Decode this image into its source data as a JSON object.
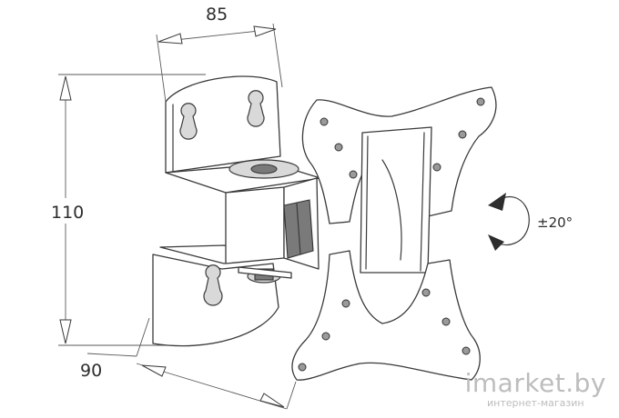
{
  "dimensions": {
    "width_top": "85",
    "height_left": "110",
    "depth_bottom": "90"
  },
  "rotation": {
    "label": "±20°"
  },
  "watermark": {
    "brand": "imarket.by",
    "tagline": "интернет-магазин"
  }
}
